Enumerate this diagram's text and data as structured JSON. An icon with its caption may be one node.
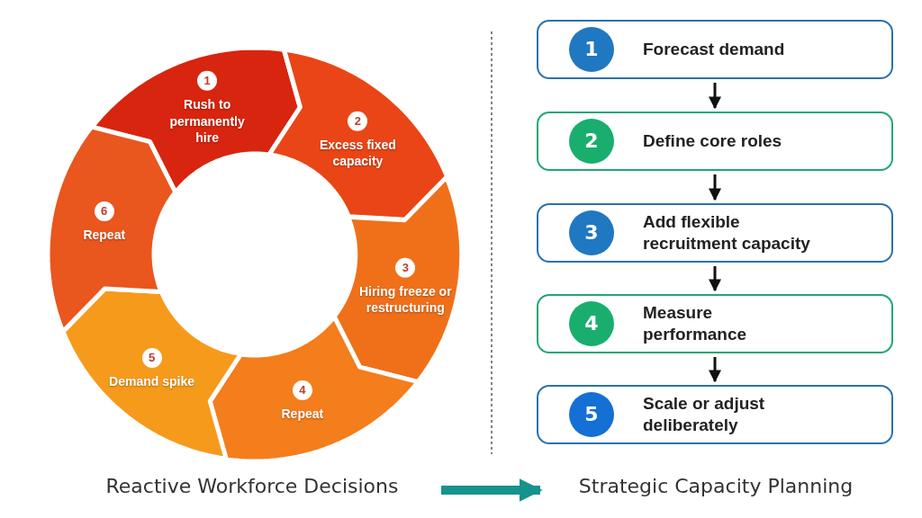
{
  "diagram": {
    "nodes": [
      {
        "text": [
          "1",
          "Rush to permanently hire"
        ]
      },
      {
        "text": [
          "2",
          "Excess fixed capacity"
        ]
      },
      {
        "text": [
          "3",
          "Hiring freeze or restructuring"
        ]
      },
      {
        "text": [
          "4",
          "Repeat"
        ]
      },
      {
        "text": [
          "5",
          "Demand spike"
        ]
      },
      {
        "text": [
          "6",
          "Repeat"
        ]
      },
      {
        "text": [
          "1",
          "Forecast demand"
        ]
      },
      {
        "text": [
          "2",
          "Define core roles"
        ]
      },
      {
        "text": [
          "3",
          "Add flexible recruitment capacity"
        ]
      },
      {
        "text": [
          "4",
          "Measure performance"
        ]
      },
      {
        "text": [
          "5",
          "Scale or adjust deliberately"
        ]
      },
      {
        "text": [
          "Reactive Workforce Decisions"
        ]
      },
      {
        "text": [
          "Strategic Capacity Planning"
        ]
      }
    ],
    "edges": [
      {
        "from": 6,
        "to": 7,
        "arrow": "to"
      },
      {
        "from": 7,
        "to": 8,
        "arrow": "to"
      },
      {
        "from": 8,
        "to": 9,
        "arrow": "to"
      },
      {
        "from": 9,
        "to": 10,
        "arrow": "to"
      },
      {
        "from": 11,
        "to": 12,
        "arrow": "to",
        "style": "thick",
        "color": "#16938c"
      }
    ]
  }
}
